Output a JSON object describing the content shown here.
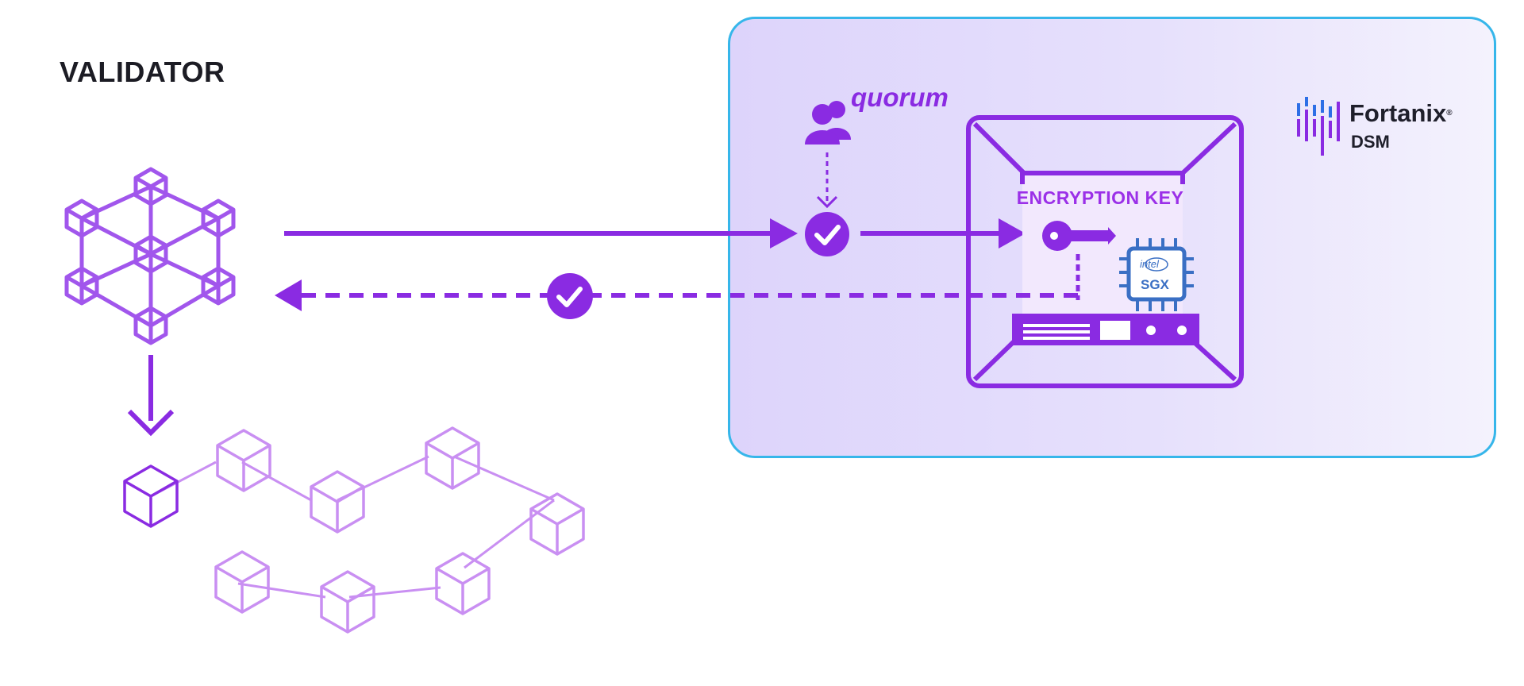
{
  "title": "VALIDATOR",
  "quorum_label": "quorum",
  "encryption_label": "ENCRYPTION KEY",
  "brand": {
    "name": "Fortanix",
    "reg": "®",
    "product": "DSM"
  },
  "chip": {
    "vendor": "intel",
    "tech": "SGX"
  },
  "colors": {
    "purple": "#8a2be2",
    "light_purple": "#c98ff2",
    "panel_border": "#36b6ea",
    "chip_blue": "#3a6fc4"
  },
  "icons": [
    "validator-node-icon",
    "quorum-users-icon",
    "check-icon",
    "key-icon",
    "sgx-chip-icon",
    "server-icon",
    "blockchain-cube-icon",
    "fortanix-logo-icon"
  ]
}
